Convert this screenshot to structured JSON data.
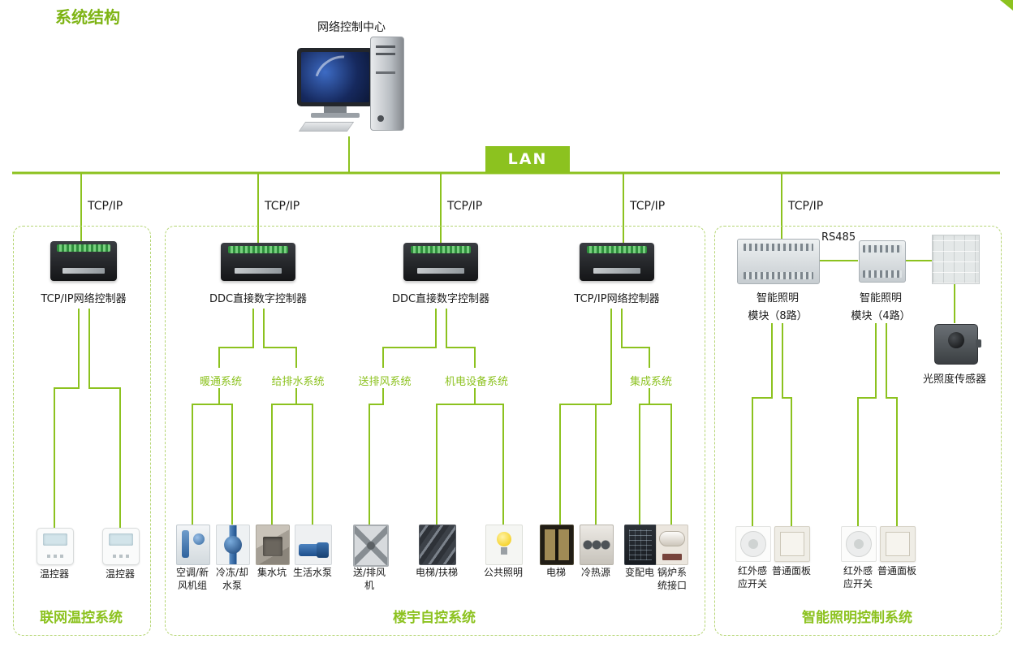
{
  "title": "系统结构",
  "top": {
    "center_label": "网络控制中心",
    "lan": "LAN",
    "tcpip": [
      "TCP/IP",
      "TCP/IP",
      "TCP/IP",
      "TCP/IP",
      "TCP/IP"
    ],
    "rs485": "RS485"
  },
  "colors": {
    "green": "#8CC21F"
  },
  "icons": {
    "computer": "desktop-computer-icon",
    "controller": "network-controller-icon",
    "din_module": "din-rail-module-icon",
    "blank_panel": "keypad-panel-icon",
    "light_sensor": "illuminance-sensor-icon",
    "thermostat": "thermostat-icon"
  },
  "g1": {
    "title": "联网温控系统",
    "controller": "TCP/IP网络控制器",
    "devices": [
      "温控器",
      "温控器"
    ]
  },
  "g2": {
    "title": "楼宇自控系统",
    "controllers": [
      "DDC直接数字控制器",
      "DDC直接数字控制器",
      "TCP/IP网络控制器"
    ],
    "subsystems": [
      "暖通系统",
      "给排水系统",
      "送排风系统",
      "机电设备系统",
      "集成系统"
    ],
    "devices": [
      "空调/新风机组",
      "冷冻/却水泵",
      "集水坑",
      "生活水泵",
      "送/排风机",
      "电梯/扶梯",
      "公共照明",
      "电梯",
      "冷热源",
      "变配电",
      "锅炉系统接口"
    ]
  },
  "g3": {
    "title": "智能照明控制系统",
    "modules": [
      {
        "line1": "智能照明",
        "line2": "模块（8路）"
      },
      {
        "line1": "智能照明",
        "line2": "模块（4路）"
      }
    ],
    "sensor": "光照度传感器",
    "devices": [
      "红外感应开关",
      "普通面板",
      "红外感应开关",
      "普通面板"
    ]
  }
}
